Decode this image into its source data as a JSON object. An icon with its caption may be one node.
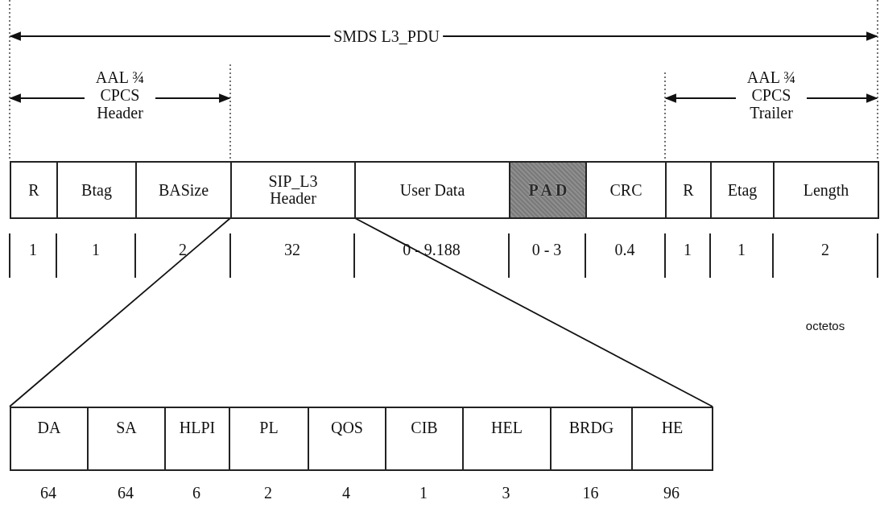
{
  "diagram": {
    "nodes": [
      {
        "text": [
          "R"
        ]
      },
      {
        "text": [
          "Btag"
        ]
      },
      {
        "text": [
          "BASize"
        ]
      },
      {
        "text": [
          "SIP_L3 Header"
        ]
      },
      {
        "text": [
          "User Data"
        ]
      },
      {
        "text": [
          "P A D"
        ]
      },
      {
        "text": [
          "CRC"
        ]
      },
      {
        "text": [
          "R"
        ]
      },
      {
        "text": [
          "Etag"
        ]
      },
      {
        "text": [
          "Length"
        ]
      },
      {
        "text": [
          "DA"
        ]
      },
      {
        "text": [
          "SA"
        ]
      },
      {
        "text": [
          "HLPI"
        ]
      },
      {
        "text": [
          "PL"
        ]
      },
      {
        "text": [
          "QOS"
        ]
      },
      {
        "text": [
          "CIB"
        ]
      },
      {
        "text": [
          "HEL"
        ]
      },
      {
        "text": [
          "BRDG"
        ]
      },
      {
        "text": [
          "HE"
        ]
      }
    ],
    "edges": [
      {
        "from": 3,
        "to": 10,
        "arrow": "none"
      },
      {
        "from": 3,
        "to": 18,
        "arrow": "none"
      }
    ],
    "labels": [
      "SMDS L3_PDU",
      "AAL ¾ CPCS Header",
      "AAL ¾ CPCS Trailer",
      "1",
      "1",
      "2",
      "32",
      "0 - 9.188",
      "0 - 3",
      "0.4",
      "1",
      "1",
      "2",
      "octetos",
      "64",
      "64",
      "6",
      "2",
      "4",
      "1",
      "3",
      "16",
      "96"
    ]
  }
}
